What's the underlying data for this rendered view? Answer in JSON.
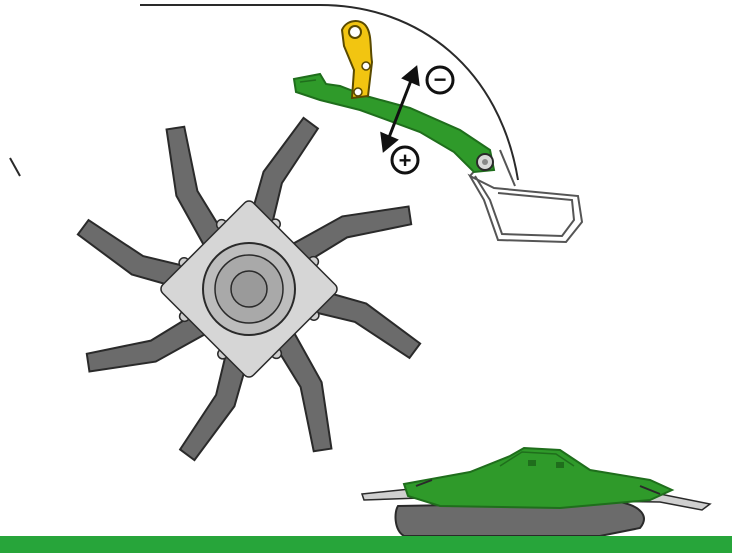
{
  "diagram": {
    "adjust_decrease_symbol": "−",
    "adjust_increase_symbol": "+",
    "colors": {
      "green": "#2f9a2a",
      "green_dark": "#1f6e1c",
      "blade": "#6b6b6b",
      "blade_dark": "#3a3a3a",
      "hub": "#bdbdbd",
      "yellow": "#f2c511",
      "ground": "#27a53a",
      "outline": "#2a2a2a"
    },
    "icons": [
      "tiller-rotor",
      "adjusting-lever",
      "height-bracket",
      "double-arrow",
      "minus-icon",
      "plus-icon",
      "mower-disc",
      "skid",
      "ground-line"
    ]
  }
}
